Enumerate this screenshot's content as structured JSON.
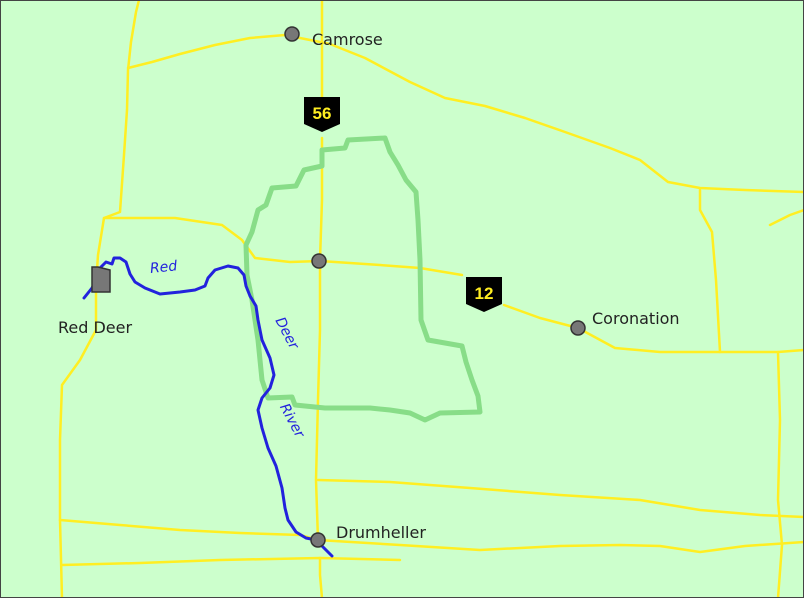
{
  "colors": {
    "land": "#ccffcc",
    "border": "#444444",
    "road": "#ffee22",
    "region": "#88dd88",
    "river": "#2222dd",
    "town_fill": "#777777",
    "town_stroke": "#333333",
    "shield_fill": "#000000",
    "shield_text": "#ffee22"
  },
  "towns": {
    "camrose": "Camrose",
    "red_deer": "Red Deer",
    "coronation": "Coronation",
    "drumheller": "Drumheller"
  },
  "highways": {
    "hwy56": "56",
    "hwy12": "12"
  },
  "river": {
    "word1": "Red",
    "word2": "Deer",
    "word3": "River"
  }
}
